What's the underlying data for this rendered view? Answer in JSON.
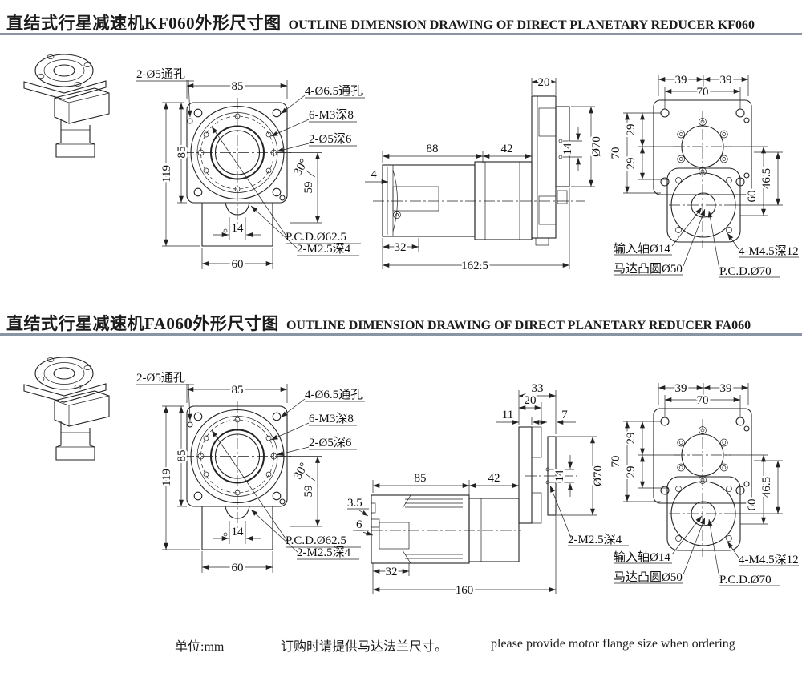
{
  "colors": {
    "rule": "#8b94a5",
    "line": "#222222",
    "background": "#ffffff"
  },
  "footer": {
    "unit": "单位:mm",
    "note_zh": "订购时请提供马达法兰尺寸。",
    "note_en": "please provide motor flange size when ordering"
  },
  "kf060": {
    "title": {
      "zh": "直结式行星减速机KF060外形尺寸图",
      "en": "OUTLINE DIMENSION DRAWING OF DIRECT PLANETARY REDUCER KF060"
    },
    "front": {
      "label_2x5": "2-Ø5通孔",
      "w85": "85",
      "label_4x65": "4-Ø6.5通孔",
      "label_6m3": "6-M3深8",
      "label_2x5d6": "2-Ø5深6",
      "h119": "119",
      "h85": "85",
      "angle": "30°",
      "v59": "59",
      "w14": "14",
      "pcd": "P.C.D.Ø62.5",
      "label_m25": "2-M2.5深4",
      "w60": "60"
    },
    "side": {
      "t20": "20",
      "l88": "88",
      "l42": "42",
      "t4": "4",
      "phi70": "Ø70",
      "s14": "14",
      "b32": "32",
      "total": "162.5"
    },
    "top": {
      "t39a": "39",
      "t39b": "39",
      "t70": "70",
      "l70": "70",
      "l29a": "29",
      "l29b": "29",
      "r465": "46.5",
      "r60": "60",
      "label_input": "输入轴Ø14",
      "label_boss": "马达凸圆Ø50",
      "label_m45": "4-M4.5深12",
      "pcd": "P.C.D.Ø70"
    }
  },
  "fa060": {
    "title": {
      "zh": "直结式行星减速机FA060外形尺寸图",
      "en": "OUTLINE DIMENSION DRAWING OF DIRECT PLANETARY REDUCER FA060"
    },
    "front": {
      "label_2x5": "2-Ø5通孔",
      "w85": "85",
      "label_4x65": "4-Ø6.5通孔",
      "label_6m3": "6-M3深8",
      "label_2x5d6": "2-Ø5深6",
      "h119": "119",
      "h85": "85",
      "angle": "30°",
      "v59": "59",
      "w14": "14",
      "pcd": "P.C.D.Ø62.5",
      "label_m25": "2-M2.5深4",
      "w60": "60"
    },
    "side": {
      "t33": "33",
      "t20": "20",
      "t11": "11",
      "t7": "7",
      "l85": "85",
      "l42": "42",
      "s35": "3.5",
      "s6": "6",
      "phi70": "Ø70",
      "s14": "14",
      "label_m25": "2-M2.5深4",
      "b32": "32",
      "total": "160"
    },
    "top": {
      "t39a": "39",
      "t39b": "39",
      "t70": "70",
      "l70": "70",
      "l29a": "29",
      "l29b": "29",
      "r465": "46.5",
      "r60": "60",
      "label_input": "输入轴Ø14",
      "label_boss": "马达凸圆Ø50",
      "label_m45": "4-M4.5深12",
      "pcd": "P.C.D.Ø70"
    }
  }
}
